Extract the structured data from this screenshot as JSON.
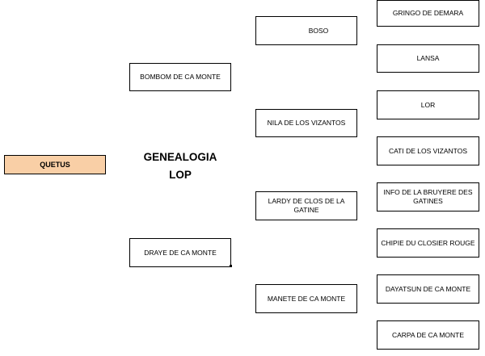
{
  "title": {
    "line1": "GENEALOGIA",
    "line2": "LOP"
  },
  "root": {
    "name": "QUETUS",
    "color": "#f9cfa6"
  },
  "parents": {
    "sire": "BOMBOM DE CA MONTE",
    "dam": "DRAYE DE CA MONTE"
  },
  "grandparents": {
    "sire_sire": "BOSO",
    "sire_dam": "NILA DE LOS VIZANTOS",
    "dam_sire": "LARDY DE CLOS DE LA GATINE",
    "dam_dam": "MANETE DE CA MONTE"
  },
  "great_grandparents": [
    "GRINGO DE DEMARA",
    "LANSA",
    "LOR",
    "CATI DE LOS VIZANTOS",
    "INFO DE LA BRUYERE DES GATINES",
    "CHIPIE DU CLOSIER ROUGE",
    "DAYATSUN DE CA MONTE",
    "CARPA DE CA MONTE"
  ]
}
